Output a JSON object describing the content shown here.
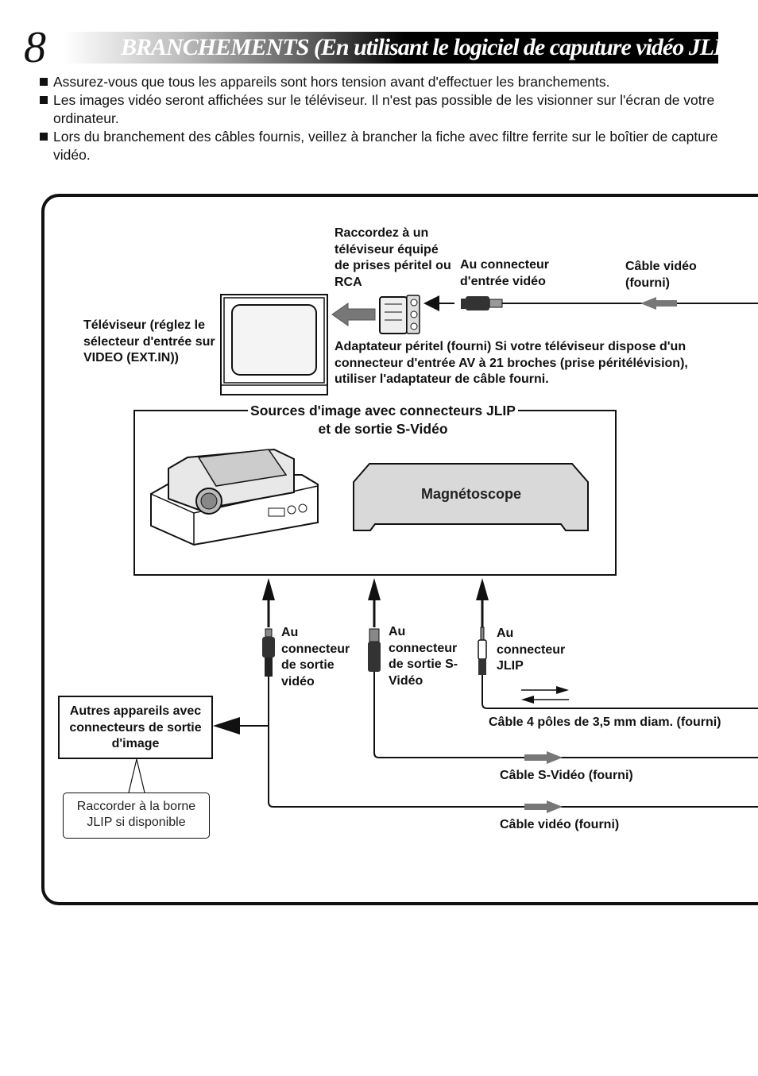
{
  "header": {
    "page_number": "8",
    "title": "BRANCHEMENTS (En utilisant le logiciel de caputure vidéo JLIP)"
  },
  "bullets": [
    "Assurez-vous que tous les appareils sont hors tension avant d'effectuer les branchements.",
    "Les images vidéo seront affichées sur le téléviseur. Il n'est pas possible de les visionner sur l'écran de votre ordinateur.",
    "Lors du branchement des câbles fournis, veillez à brancher la fiche avec filtre ferrite sur le boîtier de capture vidéo."
  ],
  "diagram": {
    "tv_label": "Téléviseur (réglez le sélecteur d'entrée sur VIDEO (EXT.IN))",
    "connect_tv_label": "Raccordez à un téléviseur équipé de prises péritel ou RCA",
    "video_in_label": "Au connecteur d'entrée vidéo",
    "video_cable_top_label": "Câble vidéo (fourni)",
    "adapter_label": "Adaptateur péritel (fourni) Si votre téléviseur dispose d'un connecteur d'entrée AV à 21 broches (prise péritélévision), utiliser l'adaptateur de câble fourni.",
    "sources_title": "Sources d'image avec connecteurs JLIP et de sortie S-Vidéo",
    "vcr_label": "Magnétoscope",
    "video_out_label": "Au connecteur de sortie vidéo",
    "svideo_out_label": "Au connecteur de sortie S-Vidéo",
    "jlip_label": "Au connecteur JLIP",
    "other_devices_label": "Autres appareils avec connecteurs de sortie d'image",
    "jlip_note": "Raccorder à la borne JLIP si disponible",
    "cable_4pole_label": "Câble 4 pôles de 3,5 mm diam. (fourni)",
    "cable_svideo_label": "Câble S-Vidéo (fourni)",
    "cable_video_label": "Câble vidéo (fourni)"
  }
}
